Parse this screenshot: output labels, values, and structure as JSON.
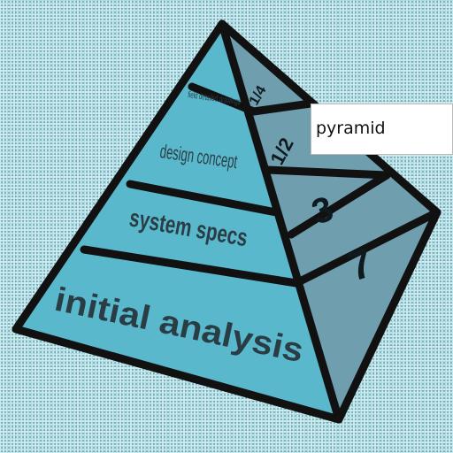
{
  "caption": "pyramid",
  "levels": [
    {
      "front_label": "initial analysis",
      "side_label": "7"
    },
    {
      "front_label": "system specs",
      "side_label": "3"
    },
    {
      "front_label": "design concept",
      "side_label": "1/2"
    },
    {
      "front_label": "field detailed drawings",
      "side_label": "1/4"
    }
  ]
}
